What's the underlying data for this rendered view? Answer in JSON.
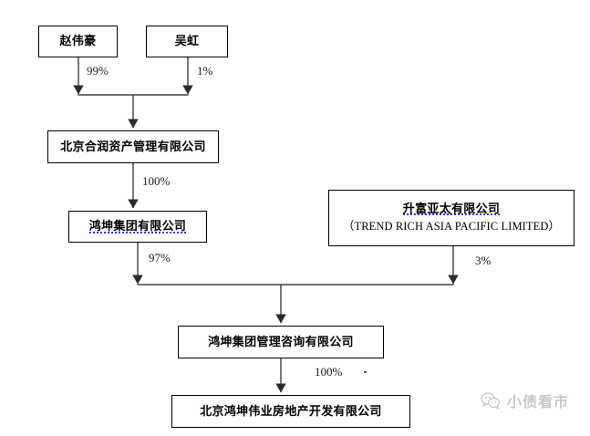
{
  "document": {
    "title": "股权结构图",
    "background_color": "#ffffff",
    "line_color": "#3f3f3f",
    "box_border_color": "#000000",
    "spellcheck_underline_color": "#2a3fd8"
  },
  "chart_data": {
    "type": "diagram",
    "subtype": "organizational-ownership-chart",
    "title": "",
    "nodes": [
      {
        "id": "zhao",
        "label_cn": "赵伟豪",
        "label_en": "",
        "spellcheck_underline": false
      },
      {
        "id": "wu",
        "label_cn": "吴虹",
        "label_en": "",
        "spellcheck_underline": false
      },
      {
        "id": "herun",
        "label_cn": "北京合润资产管理有限公司",
        "label_en": "",
        "spellcheck_underline": false
      },
      {
        "id": "hkgroup",
        "label_cn": "鸿坤集团有限公司",
        "label_en": "",
        "spellcheck_underline": true
      },
      {
        "id": "trend",
        "label_cn": "升富亚太有限公司",
        "label_en": "（TREND RICH ASIA PACIFIC LIMITED）",
        "spellcheck_underline": true
      },
      {
        "id": "consult",
        "label_cn": "鸿坤集团管理咨询有限公司",
        "label_en": "",
        "spellcheck_underline": false
      },
      {
        "id": "weiye",
        "label_cn": "北京鸿坤伟业房地产开发有限公司",
        "label_en": "",
        "spellcheck_underline": false
      }
    ],
    "edges": [
      {
        "id": "e1",
        "from": "zhao",
        "to": "herun",
        "label": "99%"
      },
      {
        "id": "e2",
        "from": "wu",
        "to": "herun",
        "label": "1%"
      },
      {
        "id": "e3",
        "from": "herun",
        "to": "hkgroup",
        "label": "100%"
      },
      {
        "id": "e4",
        "from": "hkgroup",
        "to": "consult",
        "label": "97%"
      },
      {
        "id": "e5",
        "from": "trend",
        "to": "consult",
        "label": "3%"
      },
      {
        "id": "e6",
        "from": "consult",
        "to": "weiye",
        "label": "100%"
      }
    ]
  },
  "watermark": {
    "text": "小债看市",
    "icon": "wechat-bubbles-icon"
  }
}
